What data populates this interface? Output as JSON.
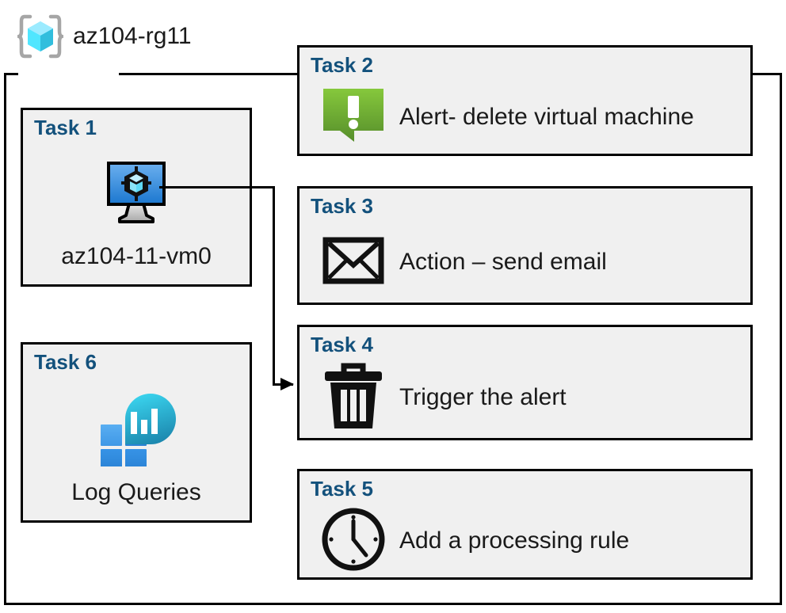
{
  "resource_group": {
    "name": "az104-rg11",
    "icon": "resource-group-cube-icon"
  },
  "colors": {
    "task_title": "#13517c",
    "card_background": "#f0f0f0",
    "card_border": "#000000",
    "alert_green_light": "#7dc242",
    "alert_green_dark": "#5c9a2e",
    "vm_screen_light": "#5ba3e8",
    "vm_screen_dark": "#1f7bd1",
    "log_blob_light": "#32cde8",
    "log_blob_dark": "#1e8eb4",
    "log_square_light": "#4fa3ed",
    "log_square_dark": "#2e8bde"
  },
  "tasks": [
    {
      "id": "task-1",
      "title": "Task 1",
      "caption": "az104-11-vm0",
      "icon": "virtual-machine-icon",
      "column": "left"
    },
    {
      "id": "task-2",
      "title": "Task 2",
      "caption": "Alert- delete virtual machine",
      "icon": "alert-callout-icon",
      "column": "right"
    },
    {
      "id": "task-3",
      "title": "Task 3",
      "caption": "Action – send email",
      "icon": "envelope-icon",
      "column": "right"
    },
    {
      "id": "task-4",
      "title": "Task 4",
      "caption": "Trigger the alert",
      "icon": "trash-can-icon",
      "column": "right"
    },
    {
      "id": "task-5",
      "title": "Task 5",
      "caption": "Add a processing rule",
      "icon": "clock-icon",
      "column": "right"
    },
    {
      "id": "task-6",
      "title": "Task 6",
      "caption": "Log Queries",
      "icon": "log-analytics-icon",
      "column": "left"
    }
  ],
  "connector": {
    "from": "task-1",
    "to": "task-4",
    "style": "elbow-arrow"
  }
}
